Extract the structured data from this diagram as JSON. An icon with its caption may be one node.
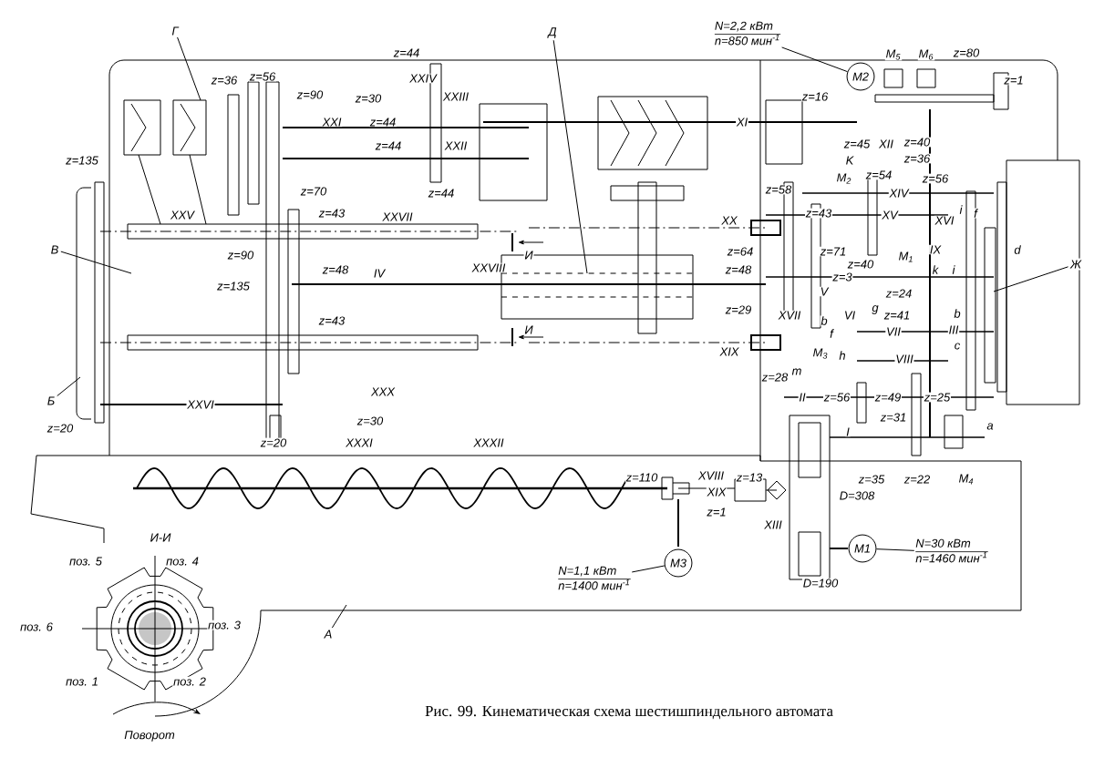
{
  "diagram": {
    "caption": "Рис. 99. Кинематическая схема шестишпиндельного автомата",
    "nodes": [
      {
        "text": [
          "M2"
        ]
      },
      {
        "text": [
          "N=2,2 кВт",
          "n=850 мин$^{-1}$"
        ]
      },
      {
        "text": [
          "M1"
        ]
      },
      {
        "text": [
          "N=30 кВт",
          "n=1460 мин$^{-1}$"
        ]
      },
      {
        "text": [
          "M3"
        ]
      },
      {
        "text": [
          "N=1,1 кВт",
          "n=1400 мин$^{-1}$"
        ]
      },
      {
        "text": [
          "Г"
        ]
      },
      {
        "text": [
          "Д"
        ]
      },
      {
        "text": [
          "В"
        ]
      },
      {
        "text": [
          "Б"
        ]
      },
      {
        "text": [
          "Ж"
        ]
      },
      {
        "text": [
          "A"
        ]
      }
    ],
    "edges": [
      {
        "from": 1,
        "to": 0,
        "arrow": "none"
      },
      {
        "from": 3,
        "to": 2,
        "arrow": "none"
      },
      {
        "from": 5,
        "to": 4,
        "arrow": "none"
      },
      {
        "from": 6,
        "to": null,
        "arrow": "none"
      },
      {
        "from": 7,
        "to": null,
        "arrow": "none"
      },
      {
        "from": 8,
        "to": null,
        "arrow": "none"
      },
      {
        "from": 9,
        "to": null,
        "arrow": "none"
      },
      {
        "from": 10,
        "to": null,
        "arrow": "none"
      },
      {
        "from": 11,
        "to": null,
        "arrow": "none"
      }
    ],
    "labels": [
      "z=44",
      "M$_{5}$",
      "M$_{6}$",
      "z=80",
      "z=36",
      "z=56",
      "XXIV",
      "z=1",
      "z=90",
      "z=30",
      "XXIII",
      "z=16",
      "XXI",
      "z=44",
      "XI",
      "z=44",
      "XXII",
      "z=45",
      "XII",
      "z=40",
      "z=135",
      "K",
      "z=36",
      "M$_{2}$",
      "z=54",
      "z=56",
      "z=70",
      "z=44",
      "z=58",
      "XIV",
      "XXV",
      "z=43",
      "XXVII",
      "XX",
      "z=43",
      "XV",
      "XVI",
      "i",
      "f",
      "z=90",
      "И",
      "z=64",
      "z=71",
      "M$_{1}$",
      "IX",
      "d",
      "z=48",
      "IV",
      "XXVIII",
      "z=48",
      "z=3",
      "z=40",
      "k",
      "i",
      "z=135",
      "V",
      "z=24",
      "z=43",
      "z=29",
      "XVII",
      "b",
      "VI",
      "g",
      "z=41",
      "b",
      "И",
      "f",
      "VII",
      "III",
      "XIX",
      "M$_{3}$",
      "h",
      "VIII",
      "c",
      "z=28",
      "m",
      "XXVI",
      "XXX",
      "II",
      "z=56",
      "z=49",
      "z=25",
      "z=20",
      "z=30",
      "I",
      "z=31",
      "a",
      "z=20",
      "XXXI",
      "XXXII",
      "z=110",
      "XVIII",
      "z=13",
      "z=35",
      "z=22",
      "M$_{4}$",
      "XIX",
      "D=308",
      "z=1",
      "XIII",
      "И-И",
      "поз. 5",
      "поз. 4",
      "D=190",
      "поз. 6",
      "поз. 3",
      "поз. 1",
      "поз. 2",
      "Поворот"
    ]
  }
}
